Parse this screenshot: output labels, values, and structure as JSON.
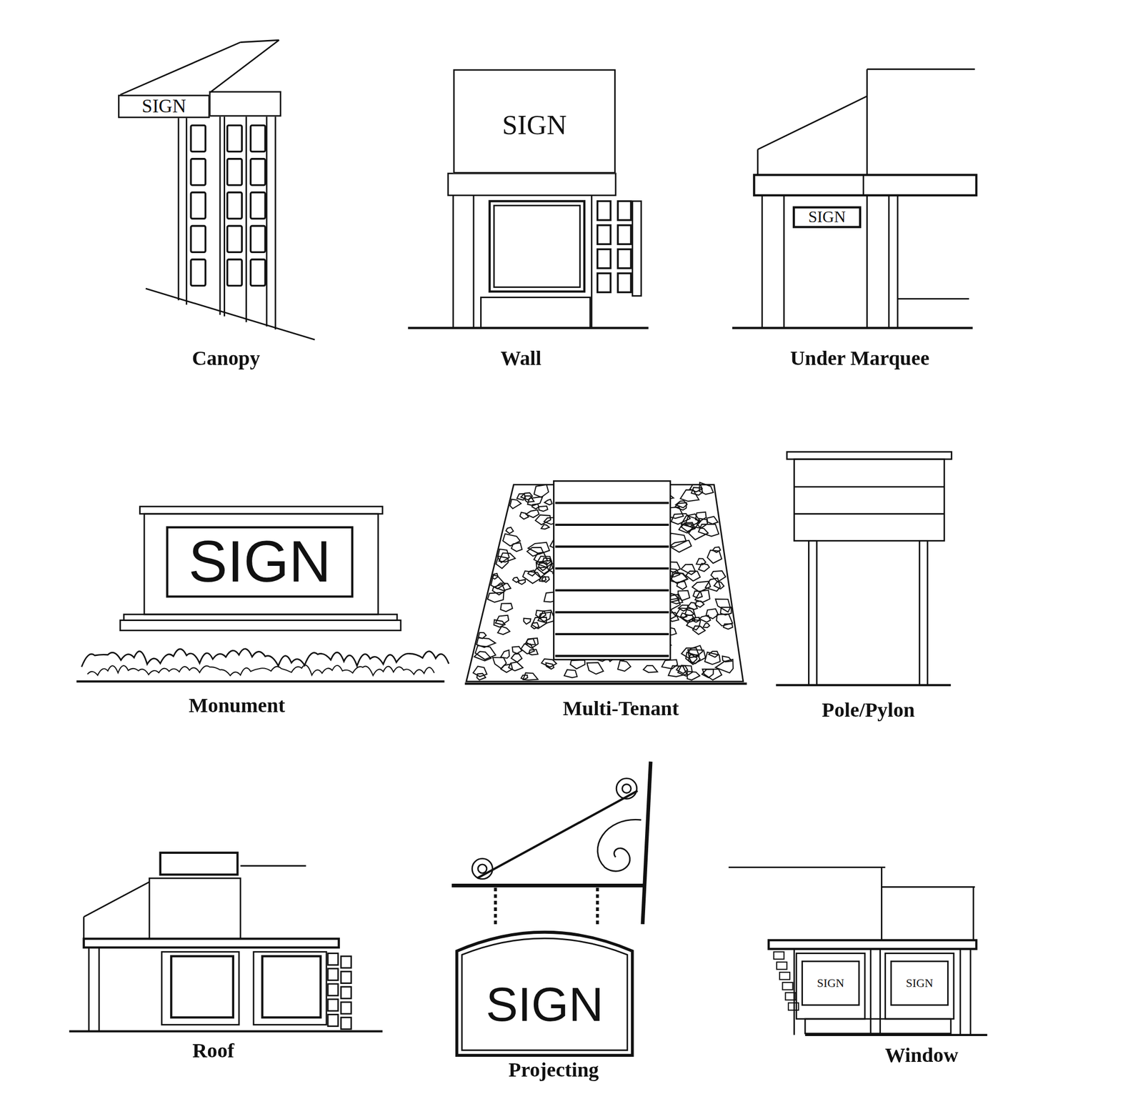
{
  "diagram": {
    "nodes": [
      {
        "text": [
          "SIGN"
        ]
      },
      {
        "text": [
          "SIGN"
        ]
      },
      {
        "text": [
          "SIGN"
        ]
      },
      {
        "text": [
          "SIGN"
        ]
      },
      {
        "text": [
          "SIGN"
        ]
      },
      {
        "text": [
          "SIGN"
        ]
      },
      {
        "text": [
          "SIGN"
        ]
      }
    ],
    "labels": [
      "Canopy",
      "Wall",
      "Under Marquee",
      "Monument",
      "Multi-Tenant",
      "Pole/Pylon",
      "Roof",
      "Projecting",
      "Window"
    ]
  }
}
